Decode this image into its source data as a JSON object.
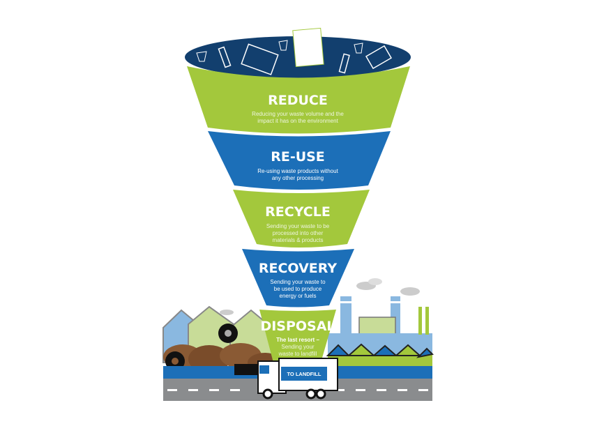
{
  "colors": {
    "green": "#a3c83c",
    "blue": "#1c6fb8",
    "dark_blue": "#123f6e",
    "road": "#8a8c8e",
    "light_blue": "#8ab8e0"
  },
  "tiers": [
    {
      "title": "REDUCE",
      "desc": [
        "Reducing your waste volume and the",
        "impact it has on the environment"
      ]
    },
    {
      "title": "RE-USE",
      "desc": [
        "Re-using waste products without",
        "any other processing"
      ]
    },
    {
      "title": "RECYCLE",
      "desc": [
        "Sending your waste to be",
        "processed into other",
        "materials & products"
      ]
    },
    {
      "title": "RECOVERY",
      "desc": [
        "Sending your waste to",
        "be used to produce",
        "energy or fuels"
      ]
    },
    {
      "title": "DISPOSAL",
      "desc": [
        "The last resort –",
        "Sending your",
        "waste to landfill"
      ]
    }
  ],
  "truck_sign": "TO LANDFILL"
}
